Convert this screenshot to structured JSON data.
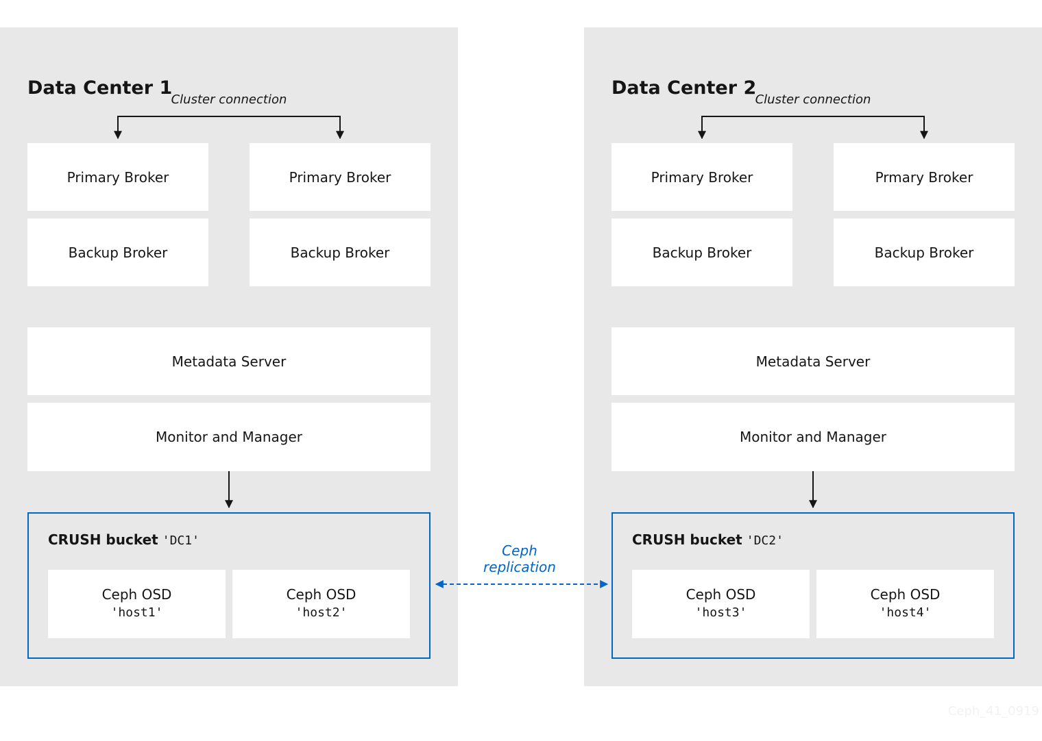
{
  "data_center_1": {
    "title": "Data Center 1",
    "cluster_connection": "Cluster connection",
    "brokers": {
      "primary_left": "Primary Broker",
      "primary_right": "Primary Broker",
      "backup_left": "Backup Broker",
      "backup_right": "Backup Broker"
    },
    "metadata_server": "Metadata Server",
    "monitor_manager": "Monitor and Manager",
    "crush": {
      "label": "CRUSH bucket",
      "name": "'DC1'",
      "osds": [
        {
          "label": "Ceph OSD",
          "host": "'host1'"
        },
        {
          "label": "Ceph OSD",
          "host": "'host2'"
        }
      ]
    }
  },
  "data_center_2": {
    "title": "Data Center 2",
    "cluster_connection": "Cluster connection",
    "brokers": {
      "primary_left": "Primary Broker",
      "primary_right": "Prmary Broker",
      "backup_left": "Backup Broker",
      "backup_right": "Backup Broker"
    },
    "metadata_server": "Metadata Server",
    "monitor_manager": "Monitor and Manager",
    "crush": {
      "label": "CRUSH bucket",
      "name": "'DC2'",
      "osds": [
        {
          "label": "Ceph OSD",
          "host": "'host3'"
        },
        {
          "label": "Ceph OSD",
          "host": "'host4'"
        }
      ]
    }
  },
  "replication": {
    "line1": "Ceph",
    "line2": "replication"
  },
  "watermark": "Ceph_41_0919",
  "colors": {
    "panel_background": "#e8e8e8",
    "box_background": "#ffffff",
    "accent_blue": "#0066cc",
    "text": "#151515"
  }
}
